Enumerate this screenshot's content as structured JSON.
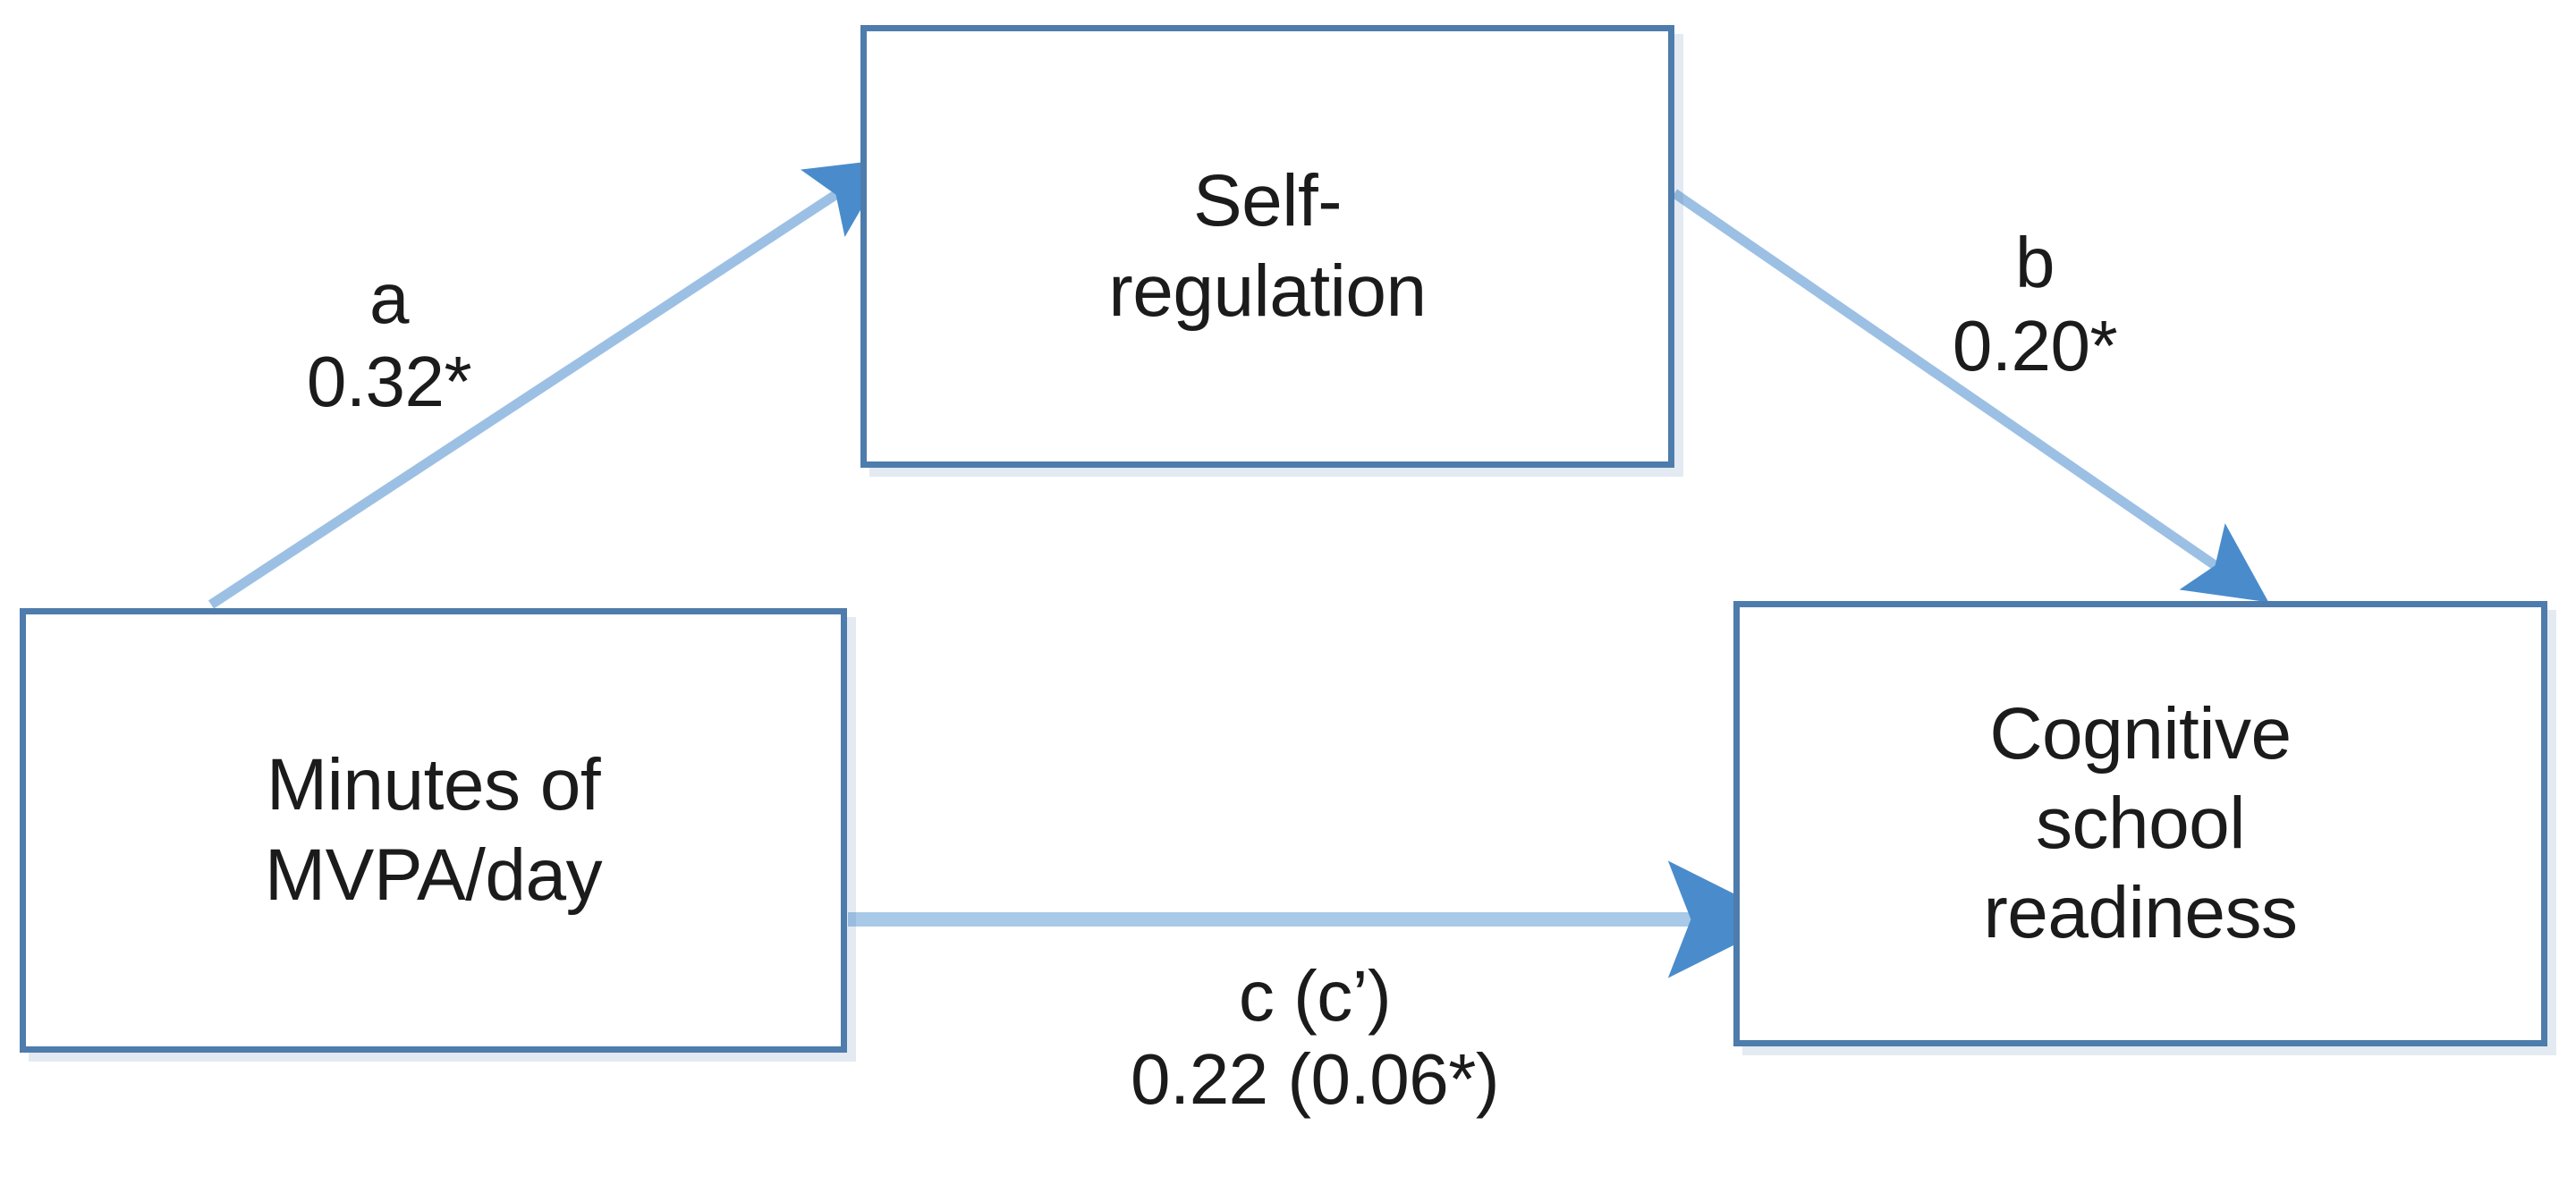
{
  "diagram": {
    "type": "mediation-path-diagram",
    "background_color": "#ffffff",
    "box_border_color": "#4E7CAC",
    "arrow_color": "#9CC0E4",
    "arrowhead_color": "#4A8CCB",
    "text_color": "#1b1b1b"
  },
  "nodes": {
    "mediator": {
      "id": "self-regulation",
      "label": "Self-\nregulation",
      "role": "mediator"
    },
    "predictor": {
      "id": "minutes-of-mvpa-per-day",
      "label": "Minutes of\nMVPA/day",
      "role": "independent-variable"
    },
    "outcome": {
      "id": "cognitive-school-readiness",
      "label": "Cognitive\nschool\nreadiness",
      "role": "dependent-variable"
    }
  },
  "paths": {
    "a": {
      "name": "a",
      "coefficient": "0.32*",
      "label": "a\n0.32*",
      "from": "minutes-of-mvpa-per-day",
      "to": "self-regulation"
    },
    "b": {
      "name": "b",
      "coefficient": "0.20*",
      "label": "b\n0.20*",
      "from": "self-regulation",
      "to": "cognitive-school-readiness"
    },
    "c": {
      "name": "c (c’)",
      "coefficient": "0.22 (0.06*)",
      "label": "c (c’)\n0.22 (0.06*)",
      "from": "minutes-of-mvpa-per-day",
      "to": "cognitive-school-readiness"
    }
  }
}
